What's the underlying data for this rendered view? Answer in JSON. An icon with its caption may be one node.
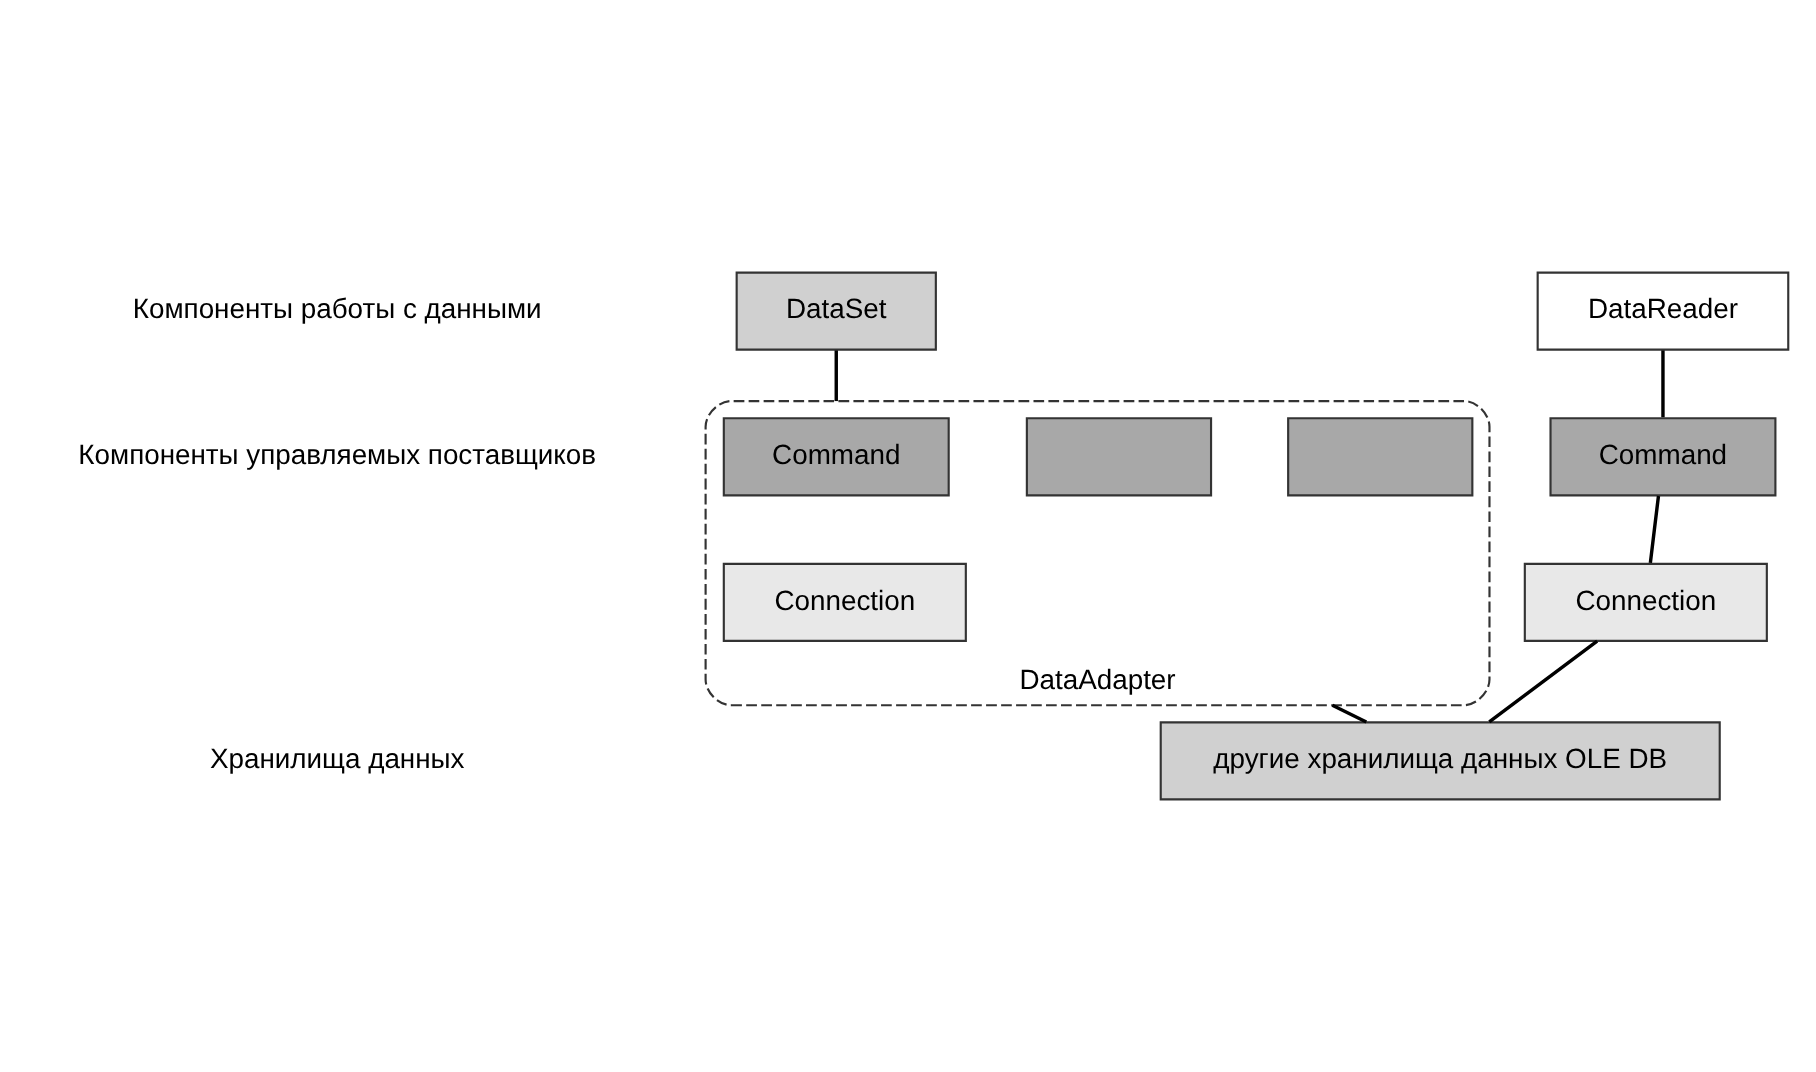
{
  "diagram": {
    "nodes": [
      {
        "text": [
          "DataSet"
        ]
      },
      {
        "text": [
          "DataReader"
        ]
      },
      {
        "text": [
          "Command"
        ]
      },
      {
        "text": [
          "Connection"
        ]
      },
      {
        "text": [
          "DataAdapter"
        ]
      },
      {
        "text": [],
        "shape": "box",
        "in": 4
      },
      {
        "text": [],
        "shape": "box",
        "in": 4
      },
      {
        "text": [
          "Command"
        ],
        "in": 4
      },
      {
        "text": [
          "Connection"
        ],
        "in": 4
      },
      {
        "text": [
          "другие хранилища данных OLE DB"
        ]
      }
    ],
    "edges": [
      {
        "from": 0,
        "to": 4,
        "arrow": "none"
      },
      {
        "from": 1,
        "to": 2,
        "arrow": "none"
      },
      {
        "from": 2,
        "to": 3,
        "arrow": "none"
      },
      {
        "from": 3,
        "to": 9,
        "arrow": "none"
      },
      {
        "from": 4,
        "to": 9,
        "arrow": "none"
      }
    ],
    "labels": [
      "Компоненты работы с данными",
      "Компоненты управляемых поставщиков",
      "Хранилища данных"
    ]
  }
}
